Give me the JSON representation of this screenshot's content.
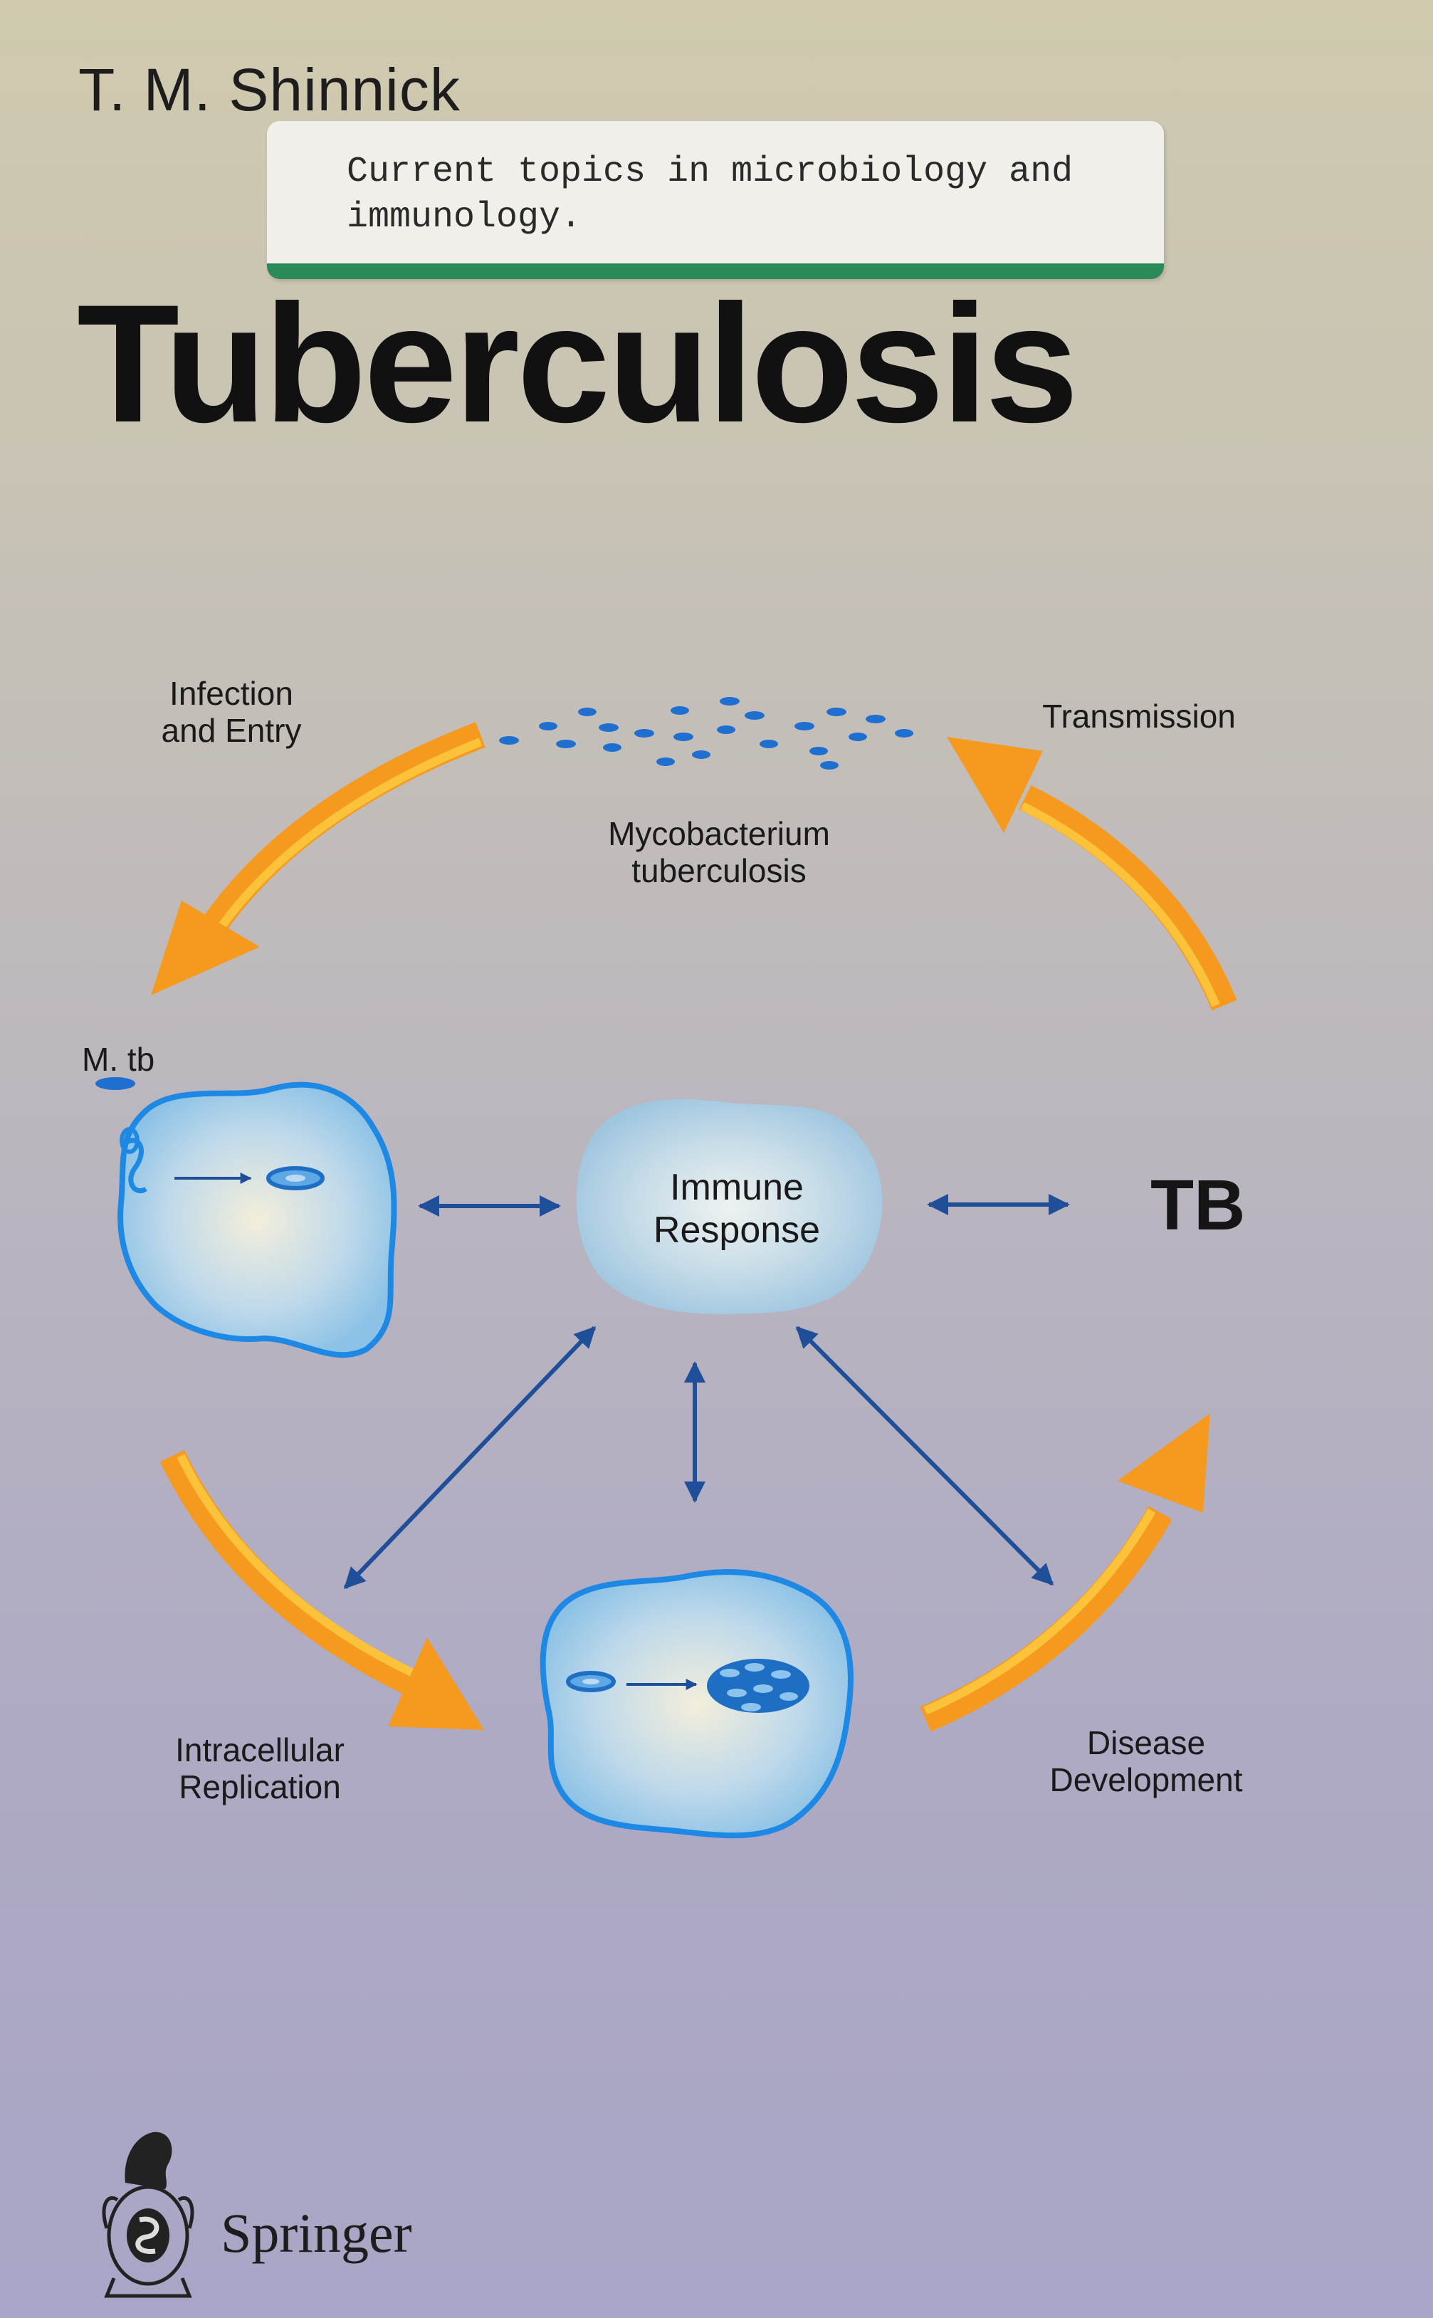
{
  "cover": {
    "author": "T. M. Shinnick",
    "library_label": "Current topics in microbiology and immunology.",
    "title": "Tuberculosis",
    "publisher": "Springer"
  },
  "diagram": {
    "infection_label": "Infection\nand Entry",
    "transmission_label": "Transmission",
    "mycobacterium_label": "Mycobacterium\ntuberculosis",
    "mtb_label": "M. tb",
    "immune_label": "Immune\nResponse",
    "tb_label": "TB",
    "replication_label": "Intracellular\nReplication",
    "disease_label": "Disease\nDevelopment"
  },
  "colors": {
    "arrow_orange": "#f59a1f",
    "arrow_orange_light": "#fbc23a",
    "cell_blue": "#1e88e5",
    "bacteria_blue": "#1f6fd1",
    "arrow_navy": "#1f4f99",
    "label_green": "#2b8a5a"
  }
}
